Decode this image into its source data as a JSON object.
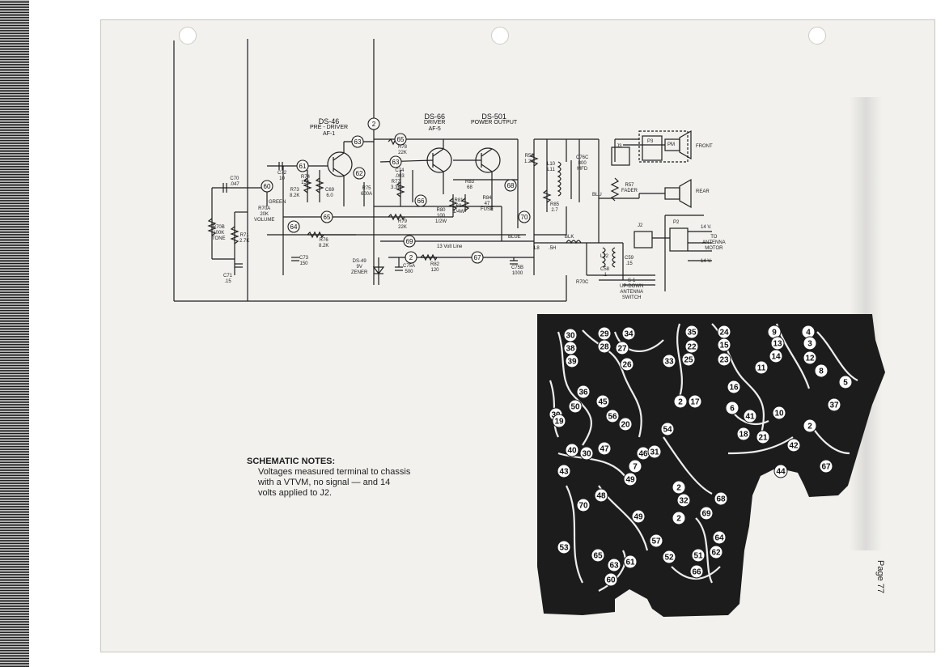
{
  "stages": [
    {
      "id": "DS-46",
      "lines": [
        "PRE - DRIVER",
        "AF-1"
      ]
    },
    {
      "id": "DS-66",
      "lines": [
        "DRIVER",
        "AF-5"
      ]
    },
    {
      "id": "DS-501",
      "lines": [
        "POWER OUTPUT"
      ]
    }
  ],
  "components": [
    {
      "text": "C70\n.047"
    },
    {
      "text": "R70B\n100K\nTONE"
    },
    {
      "text": "R71\n2.7K"
    },
    {
      "text": "C71\n.15"
    },
    {
      "text": "R70A\n20K\nVOLUME"
    },
    {
      "text": "GREEN"
    },
    {
      "text": "C72\n10"
    },
    {
      "text": "R73\n8.2K"
    },
    {
      "text": "R74\n15K"
    },
    {
      "text": "C69\n6.0"
    },
    {
      "text": "R75\n600A"
    },
    {
      "text": "R76\n8.2K"
    },
    {
      "text": "C73\n150"
    },
    {
      "text": "R77\n3.3K"
    },
    {
      "text": "R78\n22K"
    },
    {
      "text": "C74\n.003"
    },
    {
      "text": "R79\n22K"
    },
    {
      "text": "R80\n100\n1/2W"
    },
    {
      "text": "R81\n68\n1/4W"
    },
    {
      "text": "R83\n68"
    },
    {
      "text": "R84\n47\nFUSE"
    },
    {
      "text": "R58\n1.2K"
    },
    {
      "text": "R85\n2.7"
    },
    {
      "text": "DS-49\n9V\nZENER"
    },
    {
      "text": "C75A\n500"
    },
    {
      "text": "R82\n120"
    },
    {
      "text": "C75B\n1000"
    },
    {
      "text": "13 Volt Line"
    },
    {
      "text": "BLUE"
    },
    {
      "text": "BLK"
    },
    {
      "text": "L8"
    },
    {
      "text": ".5H"
    },
    {
      "text": "L10\nL11"
    },
    {
      "text": "C76C\n800\nMFD"
    },
    {
      "text": "R57\nFADER"
    },
    {
      "text": "BLU"
    },
    {
      "text": "J3"
    },
    {
      "text": "P3"
    },
    {
      "text": "PM"
    },
    {
      "text": "FRONT"
    },
    {
      "text": "REAR"
    },
    {
      "text": "J2"
    },
    {
      "text": "P2"
    },
    {
      "text": "14 V."
    },
    {
      "text": "TO\nANTENNA\nMOTOR"
    },
    {
      "text": "14 V."
    },
    {
      "text": "L12"
    },
    {
      "text": "C58\n.1"
    },
    {
      "text": "C59\n.15"
    },
    {
      "text": "R70C"
    },
    {
      "text": "S-1\nUP-DOWN\nANTENNA\nSWITCH"
    }
  ],
  "test_points": [
    "2",
    "63",
    "65",
    "61",
    "62",
    "60",
    "64",
    "66",
    "68",
    "70",
    "69",
    "67",
    "2",
    "65",
    "63"
  ],
  "pcb_labels": [
    "30",
    "29",
    "34",
    "35",
    "24",
    "9",
    "4",
    "38",
    "28",
    "27",
    "22",
    "15",
    "13",
    "3",
    "39",
    "26",
    "33",
    "25",
    "23",
    "14",
    "12",
    "11",
    "8",
    "16",
    "5",
    "36",
    "45",
    "2",
    "17",
    "6",
    "37",
    "50",
    "56",
    "20",
    "41",
    "30",
    "19",
    "18",
    "21",
    "2",
    "10",
    "42",
    "40",
    "30",
    "47",
    "46",
    "31",
    "7",
    "67",
    "43",
    "49",
    "2",
    "54",
    "32",
    "68",
    "48",
    "69",
    "70",
    "49",
    "2",
    "44",
    "57",
    "64",
    "53",
    "52",
    "51",
    "62",
    "65",
    "61",
    "63",
    "60",
    "66"
  ],
  "notes": {
    "title": "SCHEMATIC NOTES:",
    "lines": [
      "Voltages measured terminal to chassis",
      "with a VTVM, no signal — and 14",
      "volts applied to J2."
    ]
  },
  "page_label": "Page 77",
  "colors": {
    "pcb": "#1c1c1c",
    "ink": "#1e1e1e",
    "paper": "#f2f1ee"
  }
}
